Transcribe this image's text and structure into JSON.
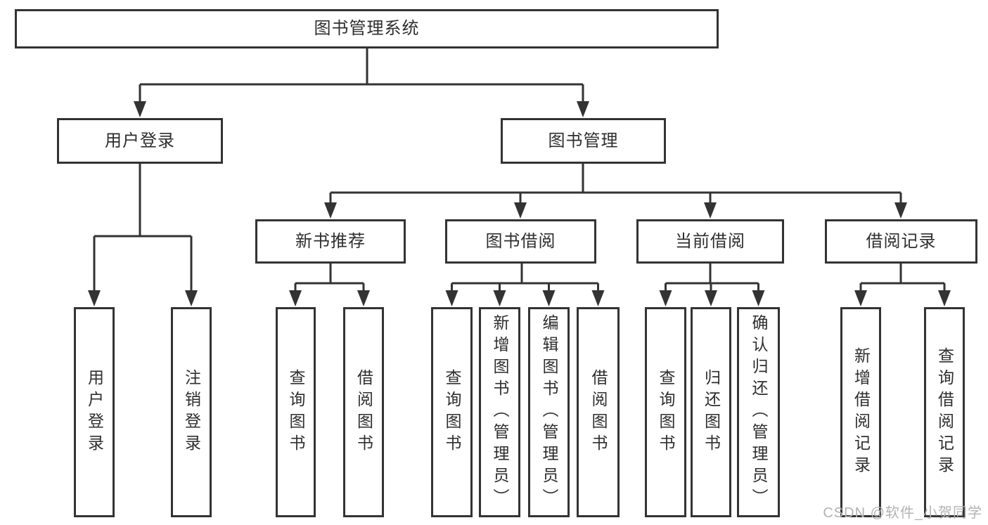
{
  "tree": {
    "label": "图书管理系统",
    "children": [
      {
        "label": "用户登录",
        "children": [
          {
            "label": "用户登录"
          },
          {
            "label": "注销登录"
          }
        ]
      },
      {
        "label": "图书管理",
        "children": [
          {
            "label": "新书推荐",
            "children": [
              {
                "label": "查询图书"
              },
              {
                "label": "借阅图书"
              }
            ]
          },
          {
            "label": "图书借阅",
            "children": [
              {
                "label": "查询图书"
              },
              {
                "label": "新增图书（管理员）"
              },
              {
                "label": "编辑图书（管理员）"
              },
              {
                "label": "借阅图书"
              }
            ]
          },
          {
            "label": "当前借阅",
            "children": [
              {
                "label": "查询图书"
              },
              {
                "label": "归还图书"
              },
              {
                "label": "确认归还（管理员）"
              }
            ]
          },
          {
            "label": "借阅记录",
            "children": [
              {
                "label": "新增借阅记录"
              },
              {
                "label": "查询借阅记录"
              }
            ]
          }
        ]
      }
    ]
  },
  "watermark": "CSDN @软件_小贺同学",
  "colors": {
    "line": "#333333",
    "text": "#2e2e2e",
    "watermark": "#b3b3b3",
    "background": "#ffffff"
  }
}
